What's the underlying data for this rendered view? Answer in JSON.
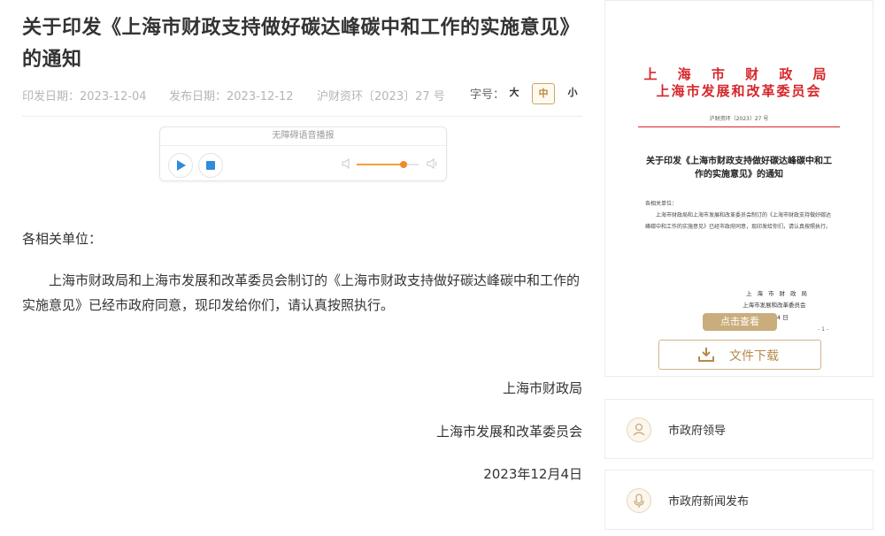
{
  "article": {
    "title": "关于印发《上海市财政支持做好碳达峰碳中和工作的实施意见》的通知",
    "meta": {
      "issue_date": "印发日期：2023-12-04",
      "publish_date": "发布日期：2023-12-12",
      "doc_number": "沪财资环〔2023〕27 号"
    },
    "font_size": {
      "label": "字号：",
      "large": "大",
      "medium": "中",
      "small": "小"
    },
    "audio_player": {
      "title": "无障碍语音播报",
      "volume_level": 0.75
    },
    "greeting": "各相关单位：",
    "body": "上海市财政局和上海市发展和改革委员会制订的《上海市财政支持做好碳达峰碳中和工作的实施意见》已经市政府同意，现印发给你们，请认真按照执行。",
    "signatories": [
      "上海市财政局",
      "上海市发展和改革委员会"
    ],
    "date": "2023年12月4日"
  },
  "sidebar": {
    "doc_preview": {
      "issuer_line1": "上 海 市 财 政 局",
      "issuer_line2": "上海市发展和改革委员会",
      "doc_number": "沪财资环〔2023〕27 号",
      "title": "关于印发《上海市财政支持做好碳达峰碳中和工作的实施意见》的通知",
      "greeting": "各相关单位：",
      "body": "上海市财政局和上海市发展和改革委员会制订的《上海市财政支持做好碳达峰碳中和工作的实施意见》已经市政府同意，现印发给你们，请认真按照执行。",
      "sign1": "上海市财政局",
      "sign2": "上海市发展和改革委员会",
      "sign3": "12 月 4 日",
      "page": "- 1 -"
    },
    "view_button": "点击查看",
    "download_button": "文件下载",
    "links": [
      {
        "label": "市政府领导",
        "icon": "leader-icon"
      },
      {
        "label": "市政府新闻发布",
        "icon": "microphone-icon"
      }
    ]
  },
  "colors": {
    "accent_gold": "#c9ad7c",
    "doc_red": "#d7262b",
    "play_blue": "#2f8bdc",
    "slider_orange": "#f08a2a"
  }
}
